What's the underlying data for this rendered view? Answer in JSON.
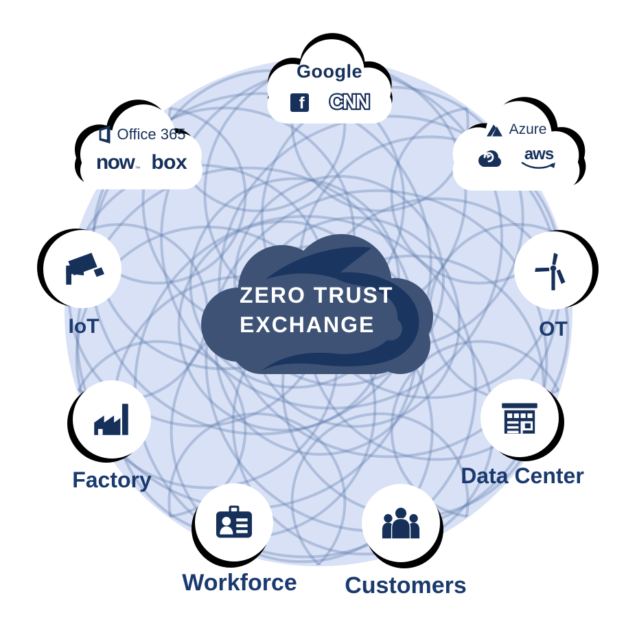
{
  "title": {
    "line1": "ZERO TRUST",
    "line2": "EXCHANGE"
  },
  "logo_clouds": {
    "internet": {
      "google": "Google",
      "facebook_letter": "f",
      "cnn": "CNN"
    },
    "saas": {
      "office365": "Office 365",
      "servicenow": "now",
      "servicenow_tm": "™",
      "box": "box"
    },
    "public_cloud": {
      "azure": "Azure",
      "aws": "aws"
    }
  },
  "nodes": {
    "iot": {
      "label": "IoT",
      "icon": "cctv-camera-icon"
    },
    "ot": {
      "label": "OT",
      "icon": "wind-turbine-icon"
    },
    "factory": {
      "label": "Factory",
      "icon": "factory-icon"
    },
    "data_center": {
      "label": "Data Center",
      "icon": "data-center-building-icon"
    },
    "workforce": {
      "label": "Workforce",
      "icon": "id-badge-icon"
    },
    "customers": {
      "label": "Customers",
      "icon": "people-group-icon"
    }
  },
  "colors": {
    "navy": "#16305A",
    "label_navy": "#1A3A6E",
    "center_cloud_slate": "#3D5275",
    "center_cloud_swoosh": "#1A3560",
    "backdrop_light_blue": "#D8E1F5",
    "ring_stroke": "#5F7AAC",
    "white": "#FFFFFF",
    "shadow": "#000000"
  }
}
